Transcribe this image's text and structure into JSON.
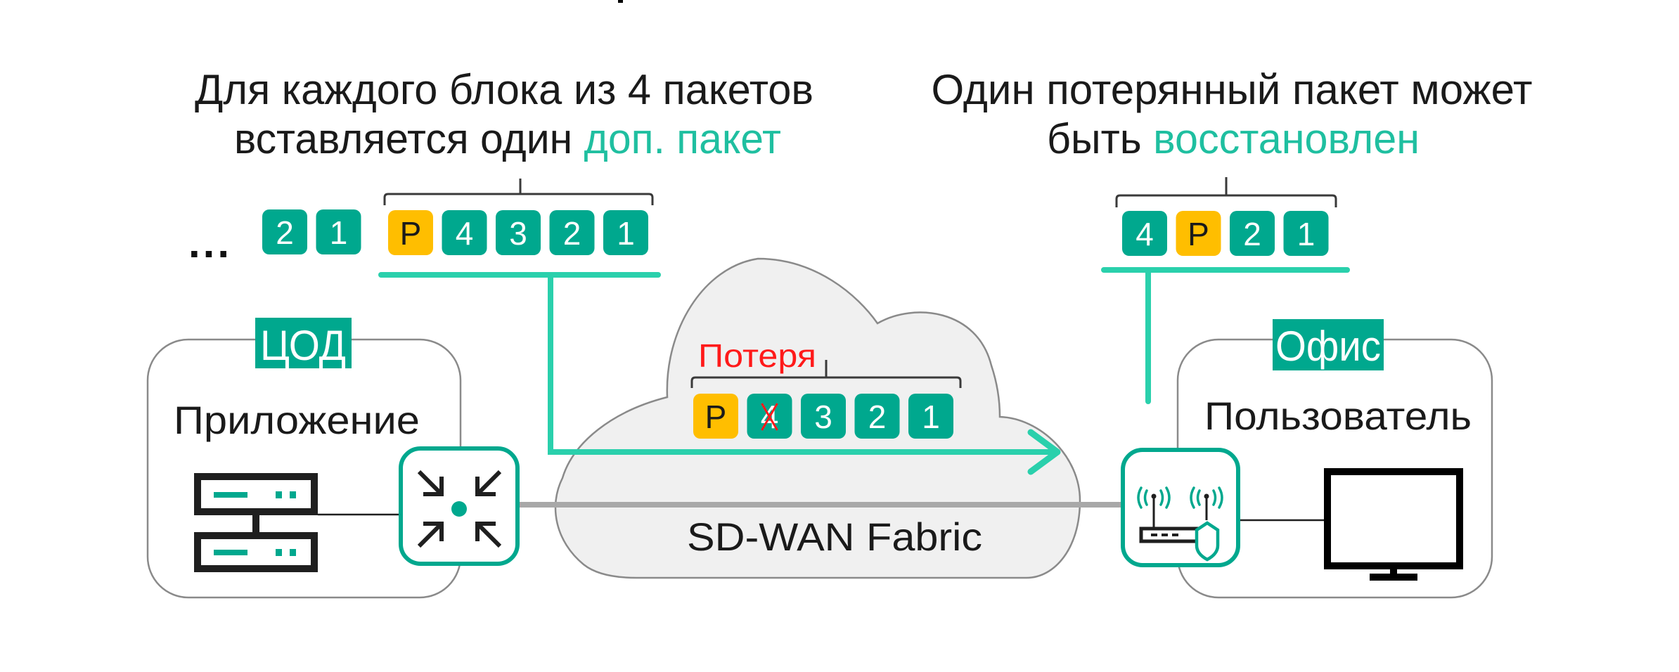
{
  "colors": {
    "teal": "#00a88e",
    "flow": "#2ad0ac",
    "accent_text": "#1fbfa0",
    "parity": "#ffbe00",
    "loss": "#ff1a1a",
    "cloud_fill": "#f0f0f0",
    "link": "#a8a8a8"
  },
  "left_caption": {
    "line1": "Для каждого блока из 4 пакетов",
    "line2_plain": "вставляется один ",
    "line2_accent": "доп. пакет"
  },
  "right_caption": {
    "line1": "Один потерянный пакет может",
    "line2_plain": "быть ",
    "line2_accent": "восстановлен"
  },
  "sender_stream": {
    "ellipsis": "...",
    "previous": [
      "2",
      "1"
    ],
    "block": [
      {
        "label": "P",
        "type": "parity"
      },
      {
        "label": "4",
        "type": "data"
      },
      {
        "label": "3",
        "type": "data"
      },
      {
        "label": "2",
        "type": "data"
      },
      {
        "label": "1",
        "type": "data"
      }
    ]
  },
  "cloud": {
    "name": "SD-WAN Fabric",
    "loss_label": "Потеря",
    "packets": [
      {
        "label": "P",
        "type": "parity",
        "lost": false
      },
      {
        "label": "4",
        "type": "data",
        "lost": true
      },
      {
        "label": "3",
        "type": "data",
        "lost": false
      },
      {
        "label": "2",
        "type": "data",
        "lost": false
      },
      {
        "label": "1",
        "type": "data",
        "lost": false
      }
    ]
  },
  "receiver_stream": {
    "packets": [
      {
        "label": "4",
        "type": "data"
      },
      {
        "label": "P",
        "type": "parity"
      },
      {
        "label": "2",
        "type": "data"
      },
      {
        "label": "1",
        "type": "data"
      }
    ]
  },
  "datacenter": {
    "tag": "ЦОД",
    "title": "Приложение",
    "icons": [
      "server-stack-icon",
      "sdwan-hub-icon"
    ]
  },
  "office": {
    "tag": "Офис",
    "title": "Пользователь",
    "icons": [
      "wifi-router-shield-icon",
      "monitor-icon"
    ]
  }
}
